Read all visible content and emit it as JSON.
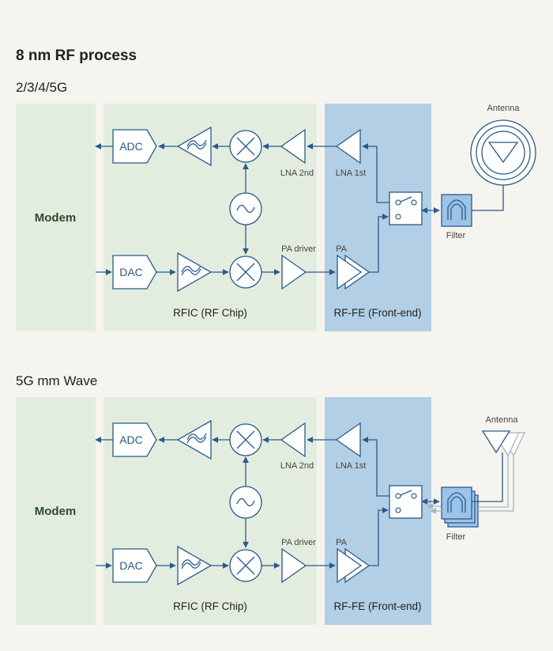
{
  "title": "8 nm RF process",
  "colors": {
    "background": "#f6f4ef",
    "modem_zone": "#e3eddf",
    "rfic_zone": "#e3eddf",
    "rffe_zone": "#b3cfe5",
    "line": "#2a5a8a",
    "filter_fill": "#9cc3e8",
    "antenna_gray": "#aab4bd"
  },
  "sections": [
    {
      "heading": "2/3/4/5G",
      "modem_label": "Modem",
      "rfic_label": "RFIC (RF Chip)",
      "rffe_label": "RF-FE (Front-end)",
      "adc_label": "ADC",
      "dac_label": "DAC",
      "lna2_label": "LNA 2nd",
      "lna1_label": "LNA 1st",
      "pa_driver_label": "PA driver",
      "pa_label": "PA",
      "filter_label": "Filter",
      "antenna_label": "Antenna",
      "antenna_icon": "circular-antenna-icon"
    },
    {
      "heading": "5G mm Wave",
      "modem_label": "Modem",
      "rfic_label": "RFIC (RF Chip)",
      "rffe_label": "RF-FE (Front-end)",
      "adc_label": "ADC",
      "dac_label": "DAC",
      "lna2_label": "LNA 2nd",
      "lna1_label": "LNA 1st",
      "pa_driver_label": "PA driver",
      "pa_label": "PA",
      "filter_label": "Filter",
      "antenna_label": "Antenna",
      "antenna_icon": "antenna-array-icon"
    }
  ]
}
